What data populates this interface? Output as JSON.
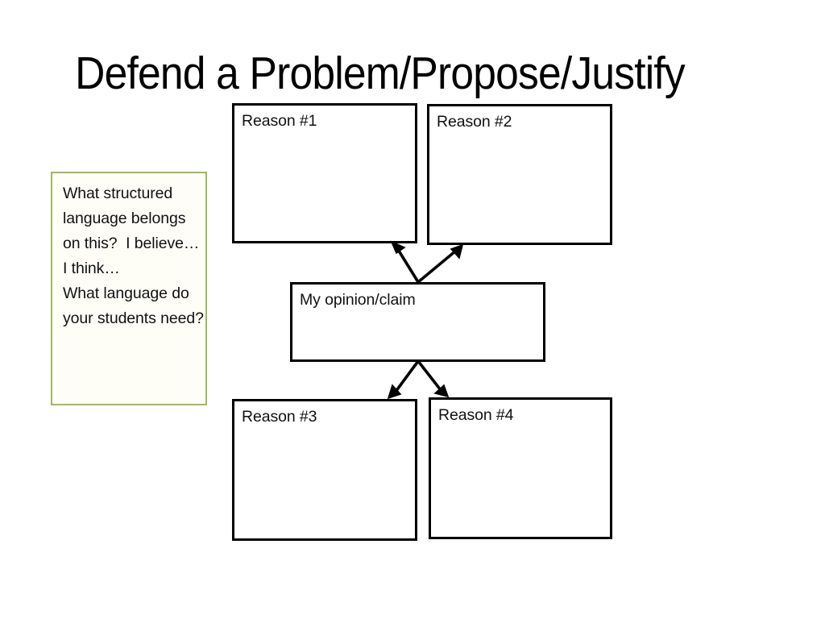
{
  "slide": {
    "title": "Defend a Problem/Propose/Justify",
    "background_color": "#ffffff"
  },
  "note": {
    "text": "What structured language belongs on this?  I believe…\nI think…\nWhat language do your students need?",
    "border_color": "#A0B95E",
    "fill_color": "#FEFEF7"
  },
  "diagram": {
    "type": "flowchart",
    "node_border_color": "#000000",
    "node_fill_color": "#ffffff",
    "connector_color": "#000000",
    "nodes": [
      {
        "id": "reason1",
        "label": "Reason #1"
      },
      {
        "id": "reason2",
        "label": "Reason #2"
      },
      {
        "id": "claim",
        "label": "My opinion/claim"
      },
      {
        "id": "reason3",
        "label": "Reason #3"
      },
      {
        "id": "reason4",
        "label": "Reason #4"
      }
    ],
    "connectors": [
      {
        "from": "claim",
        "to": "reason1",
        "direction": "up-left"
      },
      {
        "from": "claim",
        "to": "reason2",
        "direction": "up-right"
      },
      {
        "from": "claim",
        "to": "reason3",
        "direction": "down-left"
      },
      {
        "from": "claim",
        "to": "reason4",
        "direction": "down-right"
      }
    ]
  }
}
